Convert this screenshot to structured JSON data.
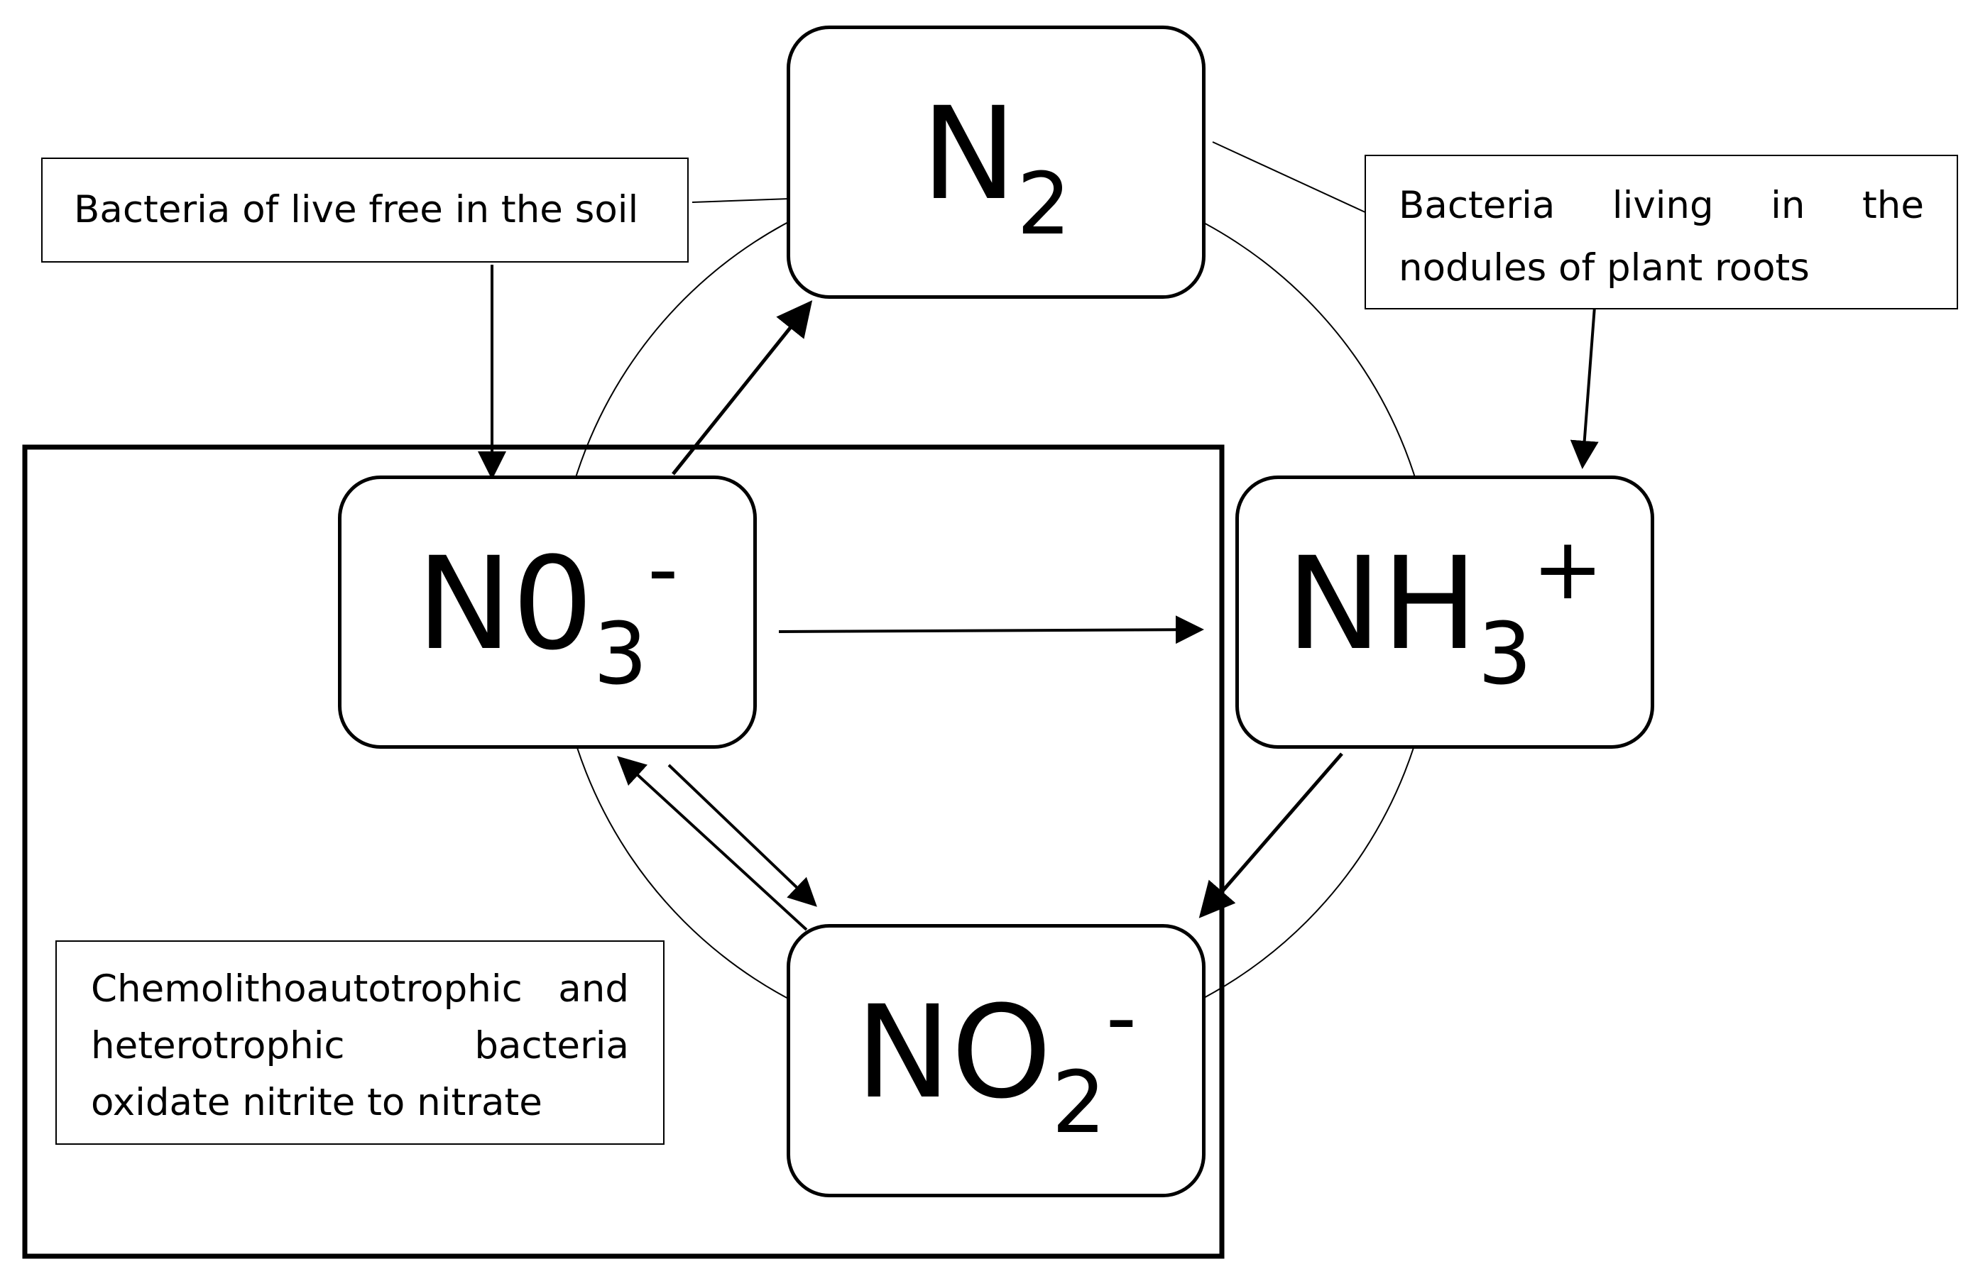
{
  "nodes": {
    "n2": {
      "base": "N",
      "sub": "2",
      "sup": ""
    },
    "no3": {
      "base": "N0",
      "sub": "3",
      "sup": "-"
    },
    "nh3": {
      "base": "NH",
      "sub": "3",
      "sup": "+"
    },
    "no2": {
      "base": "NO",
      "sub": "2",
      "sup": "-"
    }
  },
  "labels": {
    "free_living": "Bacteria of live free in the soil",
    "nodule": "Bacteria living in the nodules of plant roots",
    "chemo": "Chemolithoautotrophic and heterotrophic bacteria oxidate nitrite to nitrate"
  },
  "colors": {
    "line": "#000000",
    "background": "#ffffff"
  }
}
